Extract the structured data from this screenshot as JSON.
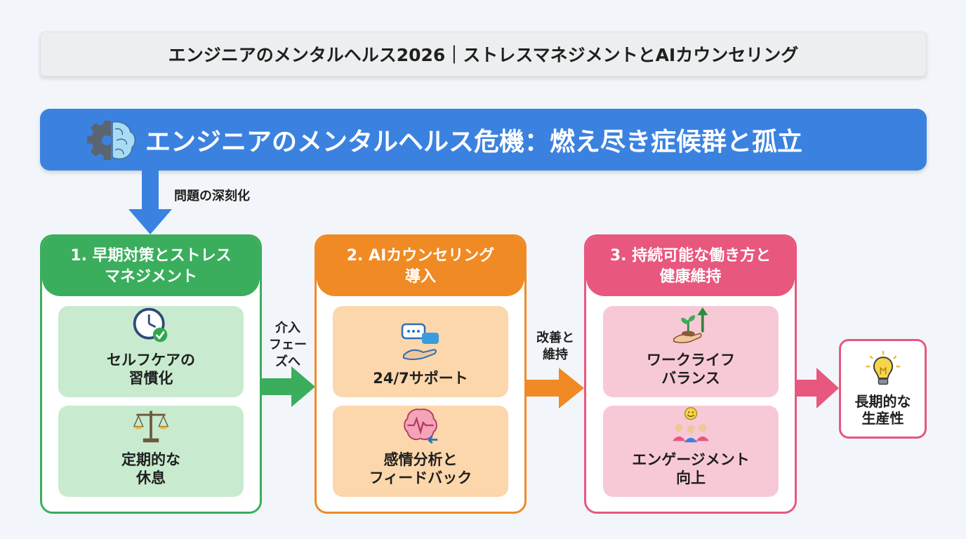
{
  "title": "エンジニアのメンタルヘルス2026｜ストレスマネジメントとAIカウンセリング",
  "banner": {
    "text": "エンジニアのメンタルヘルス危機：燃え尽き症候群と孤立",
    "icon": "gear-brain-icon"
  },
  "flow": {
    "deepening_label": "問題の深刻化",
    "intervention_label": [
      "介入",
      "フェー",
      "ズへ"
    ],
    "improvement_label": [
      "改善と",
      "維持"
    ]
  },
  "panels": [
    {
      "title": [
        "1. 早期対策とストレス",
        "マネジメント"
      ],
      "color": "#3aae5c",
      "cards": [
        {
          "label": [
            "セルフケアの",
            "習慣化"
          ],
          "icon": "clock-check-icon"
        },
        {
          "label": [
            "定期的な",
            "休息"
          ],
          "icon": "balance-scale-icon"
        }
      ]
    },
    {
      "title": [
        "2. AIカウンセリング",
        "導入"
      ],
      "color": "#f08a24",
      "cards": [
        {
          "label": [
            "24/7サポート"
          ],
          "icon": "chat-support-icon"
        },
        {
          "label": [
            "感情分析と",
            "フィードバック"
          ],
          "icon": "brain-pulse-icon"
        }
      ]
    },
    {
      "title": [
        "3. 持続可能な働き方と",
        "健康維持"
      ],
      "color": "#e8577e",
      "cards": [
        {
          "label": [
            "ワークライフ",
            "バランス"
          ],
          "icon": "plant-growth-icon"
        },
        {
          "label": [
            "エンゲージメント",
            "向上"
          ],
          "icon": "team-smile-icon"
        }
      ]
    }
  ],
  "result": {
    "label": [
      "長期的な",
      "生産性"
    ],
    "icon": "lightbulb-icon"
  },
  "colors": {
    "banner": "#3b82e0",
    "green": "#3aae5c",
    "orange": "#f08a24",
    "pink": "#e8577e"
  }
}
